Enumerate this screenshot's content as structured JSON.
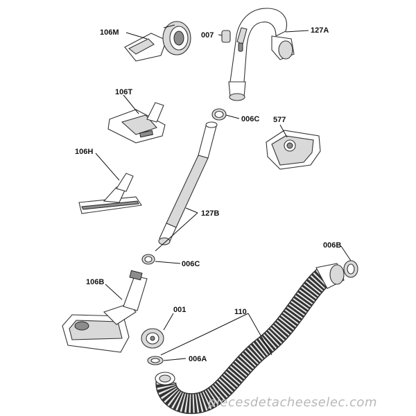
{
  "labels": {
    "p106M": "106M",
    "p007": "007",
    "p127A": "127A",
    "p106T": "106T",
    "p006C_top": "006C",
    "p577": "577",
    "p106H": "106H",
    "p127B": "127B",
    "p006C_mid": "006C",
    "p006B": "006B",
    "p106B": "106B",
    "p001": "001",
    "p110": "110",
    "p006A": "006A"
  },
  "watermark": "piecesdetacheeselec.com"
}
